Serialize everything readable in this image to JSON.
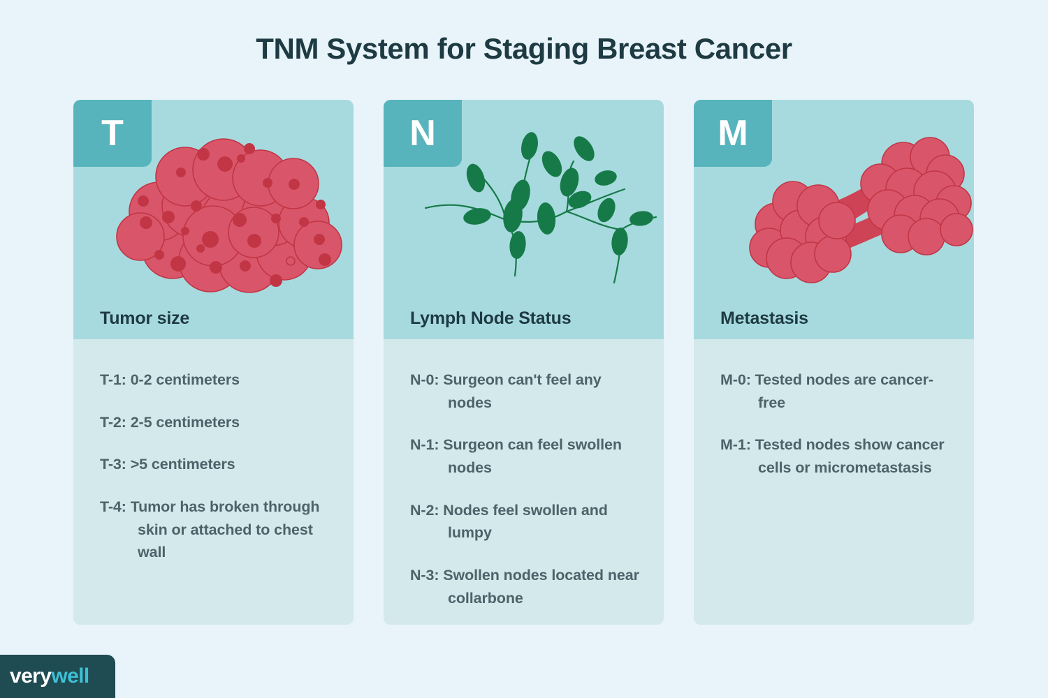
{
  "title": "TNM System for Staging Breast Cancer",
  "colors": {
    "background": "#e8f4fa",
    "card_body": "#d4e9ec",
    "card_header": "#a7dade",
    "badge": "#57b4bd",
    "title_text": "#1e3a42",
    "body_text": "#4b6369",
    "tumor_cell": "#d9566a",
    "tumor_outline": "#c13545",
    "lymph_node": "#157a48",
    "logo_background": "#1f4b53",
    "logo_accent": "#3fbfd4"
  },
  "cards": [
    {
      "badge": "T",
      "heading": "Tumor size",
      "illustration": "tumor-cell-cluster-illustration",
      "items": [
        "T-1: 0-2 centimeters",
        "T-2: 2-5 centimeters",
        "T-3: >5 centimeters",
        "T-4: Tumor has broken through skin or attached to chest wall"
      ]
    },
    {
      "badge": "N",
      "heading": "Lymph Node Status",
      "illustration": "lymph-node-network-illustration",
      "items": [
        "N-0: Surgeon can't feel any nodes",
        "N-1: Surgeon can feel swollen nodes",
        "N-2: Nodes feel swollen and lumpy",
        "N-3: Swollen nodes located near collarbone"
      ]
    },
    {
      "badge": "M",
      "heading": "Metastasis",
      "illustration": "metastasis-spreading-tumor-illustration",
      "items": [
        "M-0: Tested nodes are cancer-free",
        "M-1: Tested nodes show cancer cells or micrometastasis"
      ]
    }
  ],
  "logo": {
    "part1": "very",
    "part2": "well"
  }
}
